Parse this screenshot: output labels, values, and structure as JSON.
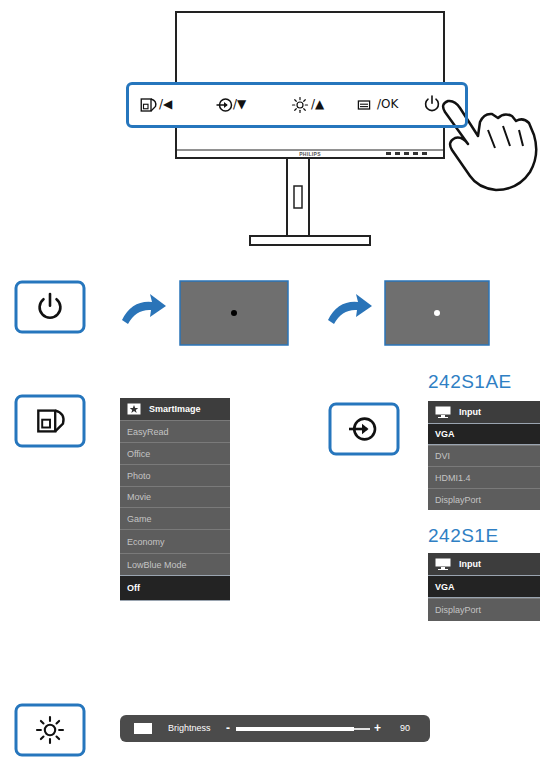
{
  "diagram": {
    "nodes": [
      {
        "text": [
          "/◀",
          "/▼",
          "/▲",
          "/OK"
        ]
      },
      {
        "text": [
          "SmartImage",
          "EasyRead",
          "Office",
          "Photo",
          "Movie",
          "Game",
          "Economy",
          "LowBlue Mode",
          "Off"
        ]
      },
      {
        "text": [
          "Input",
          "VGA",
          "DVI",
          "HDMI1.4",
          "DisplayPort"
        ]
      },
      {
        "text": [
          "Input",
          "VGA",
          "DisplayPort"
        ]
      },
      {
        "text": [
          "Brightness",
          "-",
          "+",
          "90"
        ]
      }
    ],
    "labels": [
      "PHILIPS",
      "242S1AE",
      "242S1E"
    ]
  }
}
